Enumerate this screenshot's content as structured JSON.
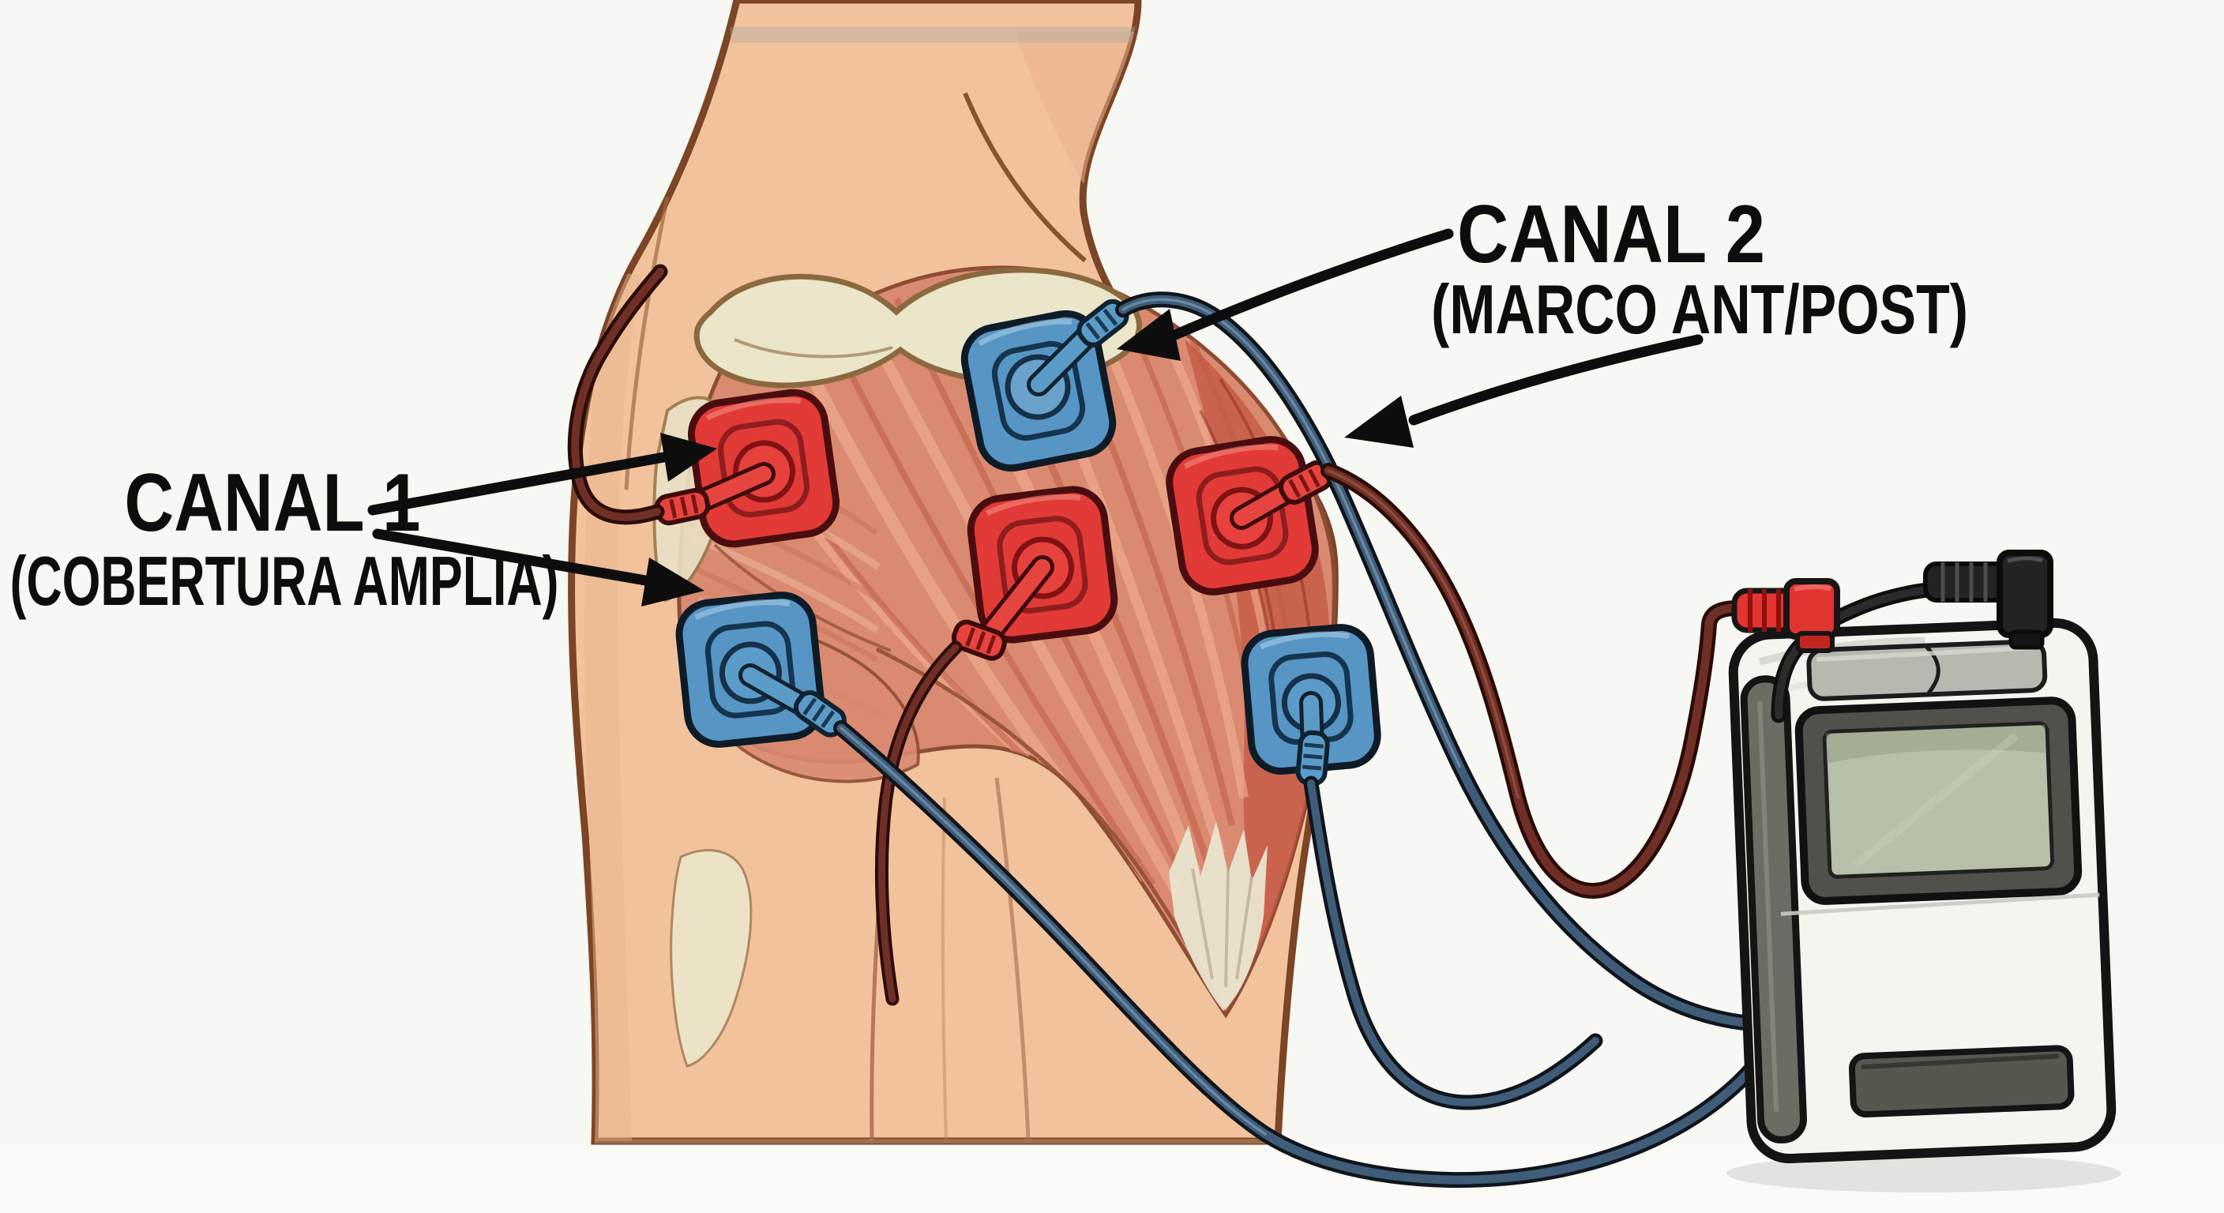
{
  "labels": {
    "canal1": {
      "title": "CANAL 1",
      "subtitle": "(COBERTURA AMPLIA)"
    },
    "canal2": {
      "title": "CANAL 2",
      "subtitle": "(MARCO ANT/POST)"
    }
  },
  "colors": {
    "background": "#f7f7f3",
    "skin": "#f2c29d",
    "muscle": "#d98a71",
    "bone": "#ebe5c9",
    "electrode_red": "#e23a36",
    "electrode_blue": "#5795c4",
    "wire_red": "#6f2f26",
    "wire_blue": "#3f5c78",
    "wire_black": "#2b2b2b",
    "device_body": "#f5f5f0",
    "device_screen": "#b7c0a8",
    "label_text": "#0d0d0d"
  },
  "electrodes": [
    {
      "id": "red-upper-left",
      "color": "red",
      "channel": "CANAL 1"
    },
    {
      "id": "blue-lower-left",
      "color": "blue",
      "channel": "CANAL 1"
    },
    {
      "id": "blue-top-center",
      "color": "blue",
      "channel": "CANAL 2"
    },
    {
      "id": "red-center",
      "color": "red",
      "channel": ""
    },
    {
      "id": "red-right",
      "color": "red",
      "channel": "CANAL 2"
    },
    {
      "id": "blue-lower-right",
      "color": "blue",
      "channel": ""
    }
  ],
  "device": {
    "leads": [
      {
        "plug": "red"
      },
      {
        "plug": "black"
      }
    ]
  }
}
